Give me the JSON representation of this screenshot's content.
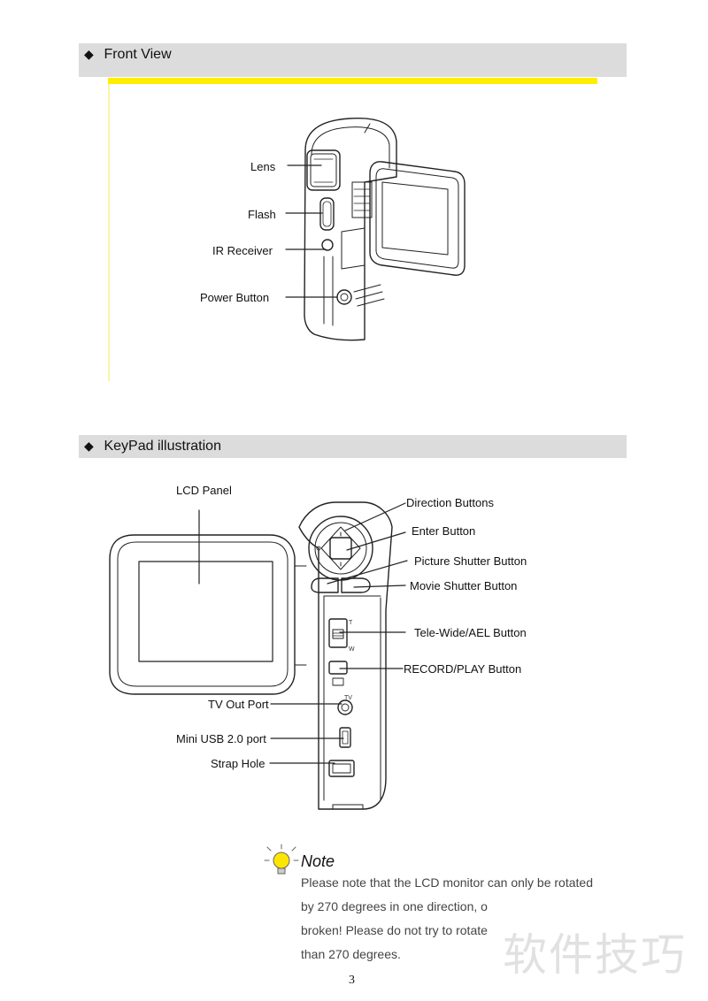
{
  "front_view": {
    "title": "Front View",
    "labels": {
      "lens": "Lens",
      "flash": "Flash",
      "ir_receiver": "IR  Receiver",
      "power_button": "Power  Button"
    }
  },
  "keypad": {
    "title": "KeyPad illustration",
    "labels": {
      "lcd_panel": "LCD Panel",
      "direction_buttons": "Direction Buttons",
      "enter_button": "Enter Button",
      "picture_shutter": "Picture Shutter Button",
      "movie_shutter": "Movie Shutter Button",
      "tele_wide": "Tele-Wide/AEL Button",
      "record_play": "RECORD/PLAY Button",
      "tv_out": "TV Out Port",
      "mini_usb": "Mini USB 2.0 port",
      "strap_hole": "Strap Hole"
    },
    "device_marks": {
      "tele": "T",
      "wide": "W",
      "tv": "TV"
    }
  },
  "note": {
    "heading": "Note",
    "lines": [
      "Please note that the LCD monitor can only be rotated",
      "by 270 degrees in one direction, o",
      "broken! Please do not try to rotate",
      "than 270 degrees."
    ]
  },
  "page_number": "3",
  "watermark": "软件技巧",
  "colors": {
    "section_bar": "#dcdcdc",
    "accent_yellow": "#ffee00",
    "note_icon_yellow": "#ffe600"
  }
}
